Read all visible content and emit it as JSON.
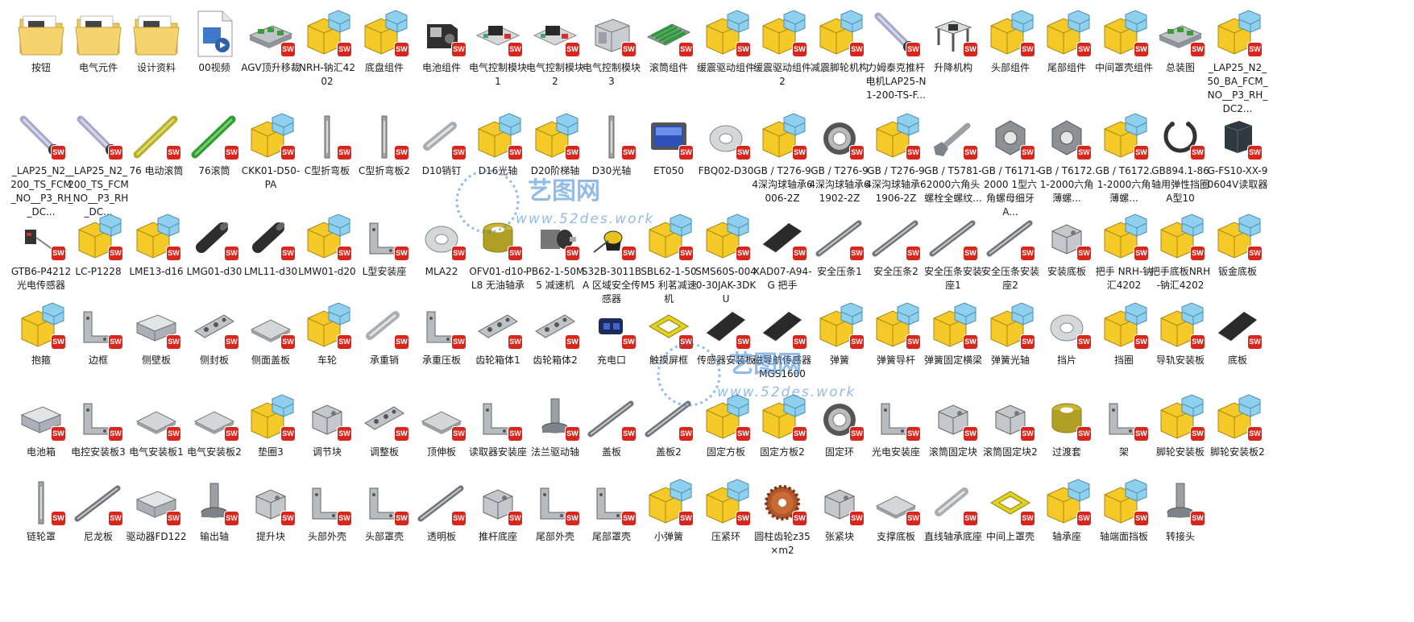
{
  "colors": {
    "sw_badge": "#d8261c",
    "cube_yellow": "#f4c928",
    "cube_blue": "#8fd0ee",
    "folder": "#f0c95a",
    "watermark": "#3a86d4"
  },
  "watermark": {
    "cn": "艺图网",
    "url": "www.52des.work"
  },
  "items": [
    {
      "label": "按钮",
      "icon": "folder-icon"
    },
    {
      "label": "电气元件",
      "icon": "folder-icon"
    },
    {
      "label": "设计资料",
      "icon": "folder-icon"
    },
    {
      "label": "00视频",
      "icon": "video-file-icon"
    },
    {
      "label": "AGV顶升移裁",
      "icon": "assembly-board-icon"
    },
    {
      "label": "NRH-钠汇4202",
      "icon": "assembly-cube-icon"
    },
    {
      "label": "底盘组件",
      "icon": "assembly-cube-icon"
    },
    {
      "label": "电池组件",
      "icon": "battery-part-icon"
    },
    {
      "label": "电气控制模块1",
      "icon": "circuit-board-icon"
    },
    {
      "label": "电气控制模块2",
      "icon": "circuit-board-icon"
    },
    {
      "label": "电气控制模块3",
      "icon": "metal-box-icon"
    },
    {
      "label": "滚筒组件",
      "icon": "roller-assembly-icon"
    },
    {
      "label": "缓震驱动组件",
      "icon": "assembly-cube-icon"
    },
    {
      "label": "缓震驱动组件2",
      "icon": "assembly-cube-icon"
    },
    {
      "label": "减震脚轮机构",
      "icon": "assembly-cube-icon"
    },
    {
      "label": "力姆泰克推杆电机LAP25-N1-200-TS-F...",
      "icon": "actuator-icon"
    },
    {
      "label": "升降机构",
      "icon": "lift-frame-icon"
    },
    {
      "label": "头部组件",
      "icon": "assembly-cube-icon"
    },
    {
      "label": "尾部组件",
      "icon": "assembly-cube-icon"
    },
    {
      "label": "中间罩壳组件",
      "icon": "assembly-cube-icon"
    },
    {
      "label": "总装图",
      "icon": "assembly-board-icon"
    },
    {
      "label": "_LAP25_N2_50_BA_FCM_NO__P3_RH_DC2...",
      "icon": "assembly-cube-icon"
    },
    {
      "label": "_LAP25_N2_200_TS_FCM_NO__P3_RH_DC...",
      "icon": "actuator-icon"
    },
    {
      "label": "_LAP25_N2_200_TS_FCM_NO__P3_RH_DC...",
      "icon": "actuator-icon"
    },
    {
      "label": "76 电动滚筒",
      "icon": "yellow-roller-icon"
    },
    {
      "label": "76滚筒",
      "icon": "green-roller-icon"
    },
    {
      "label": "CKK01-D50-PA",
      "icon": "assembly-cube-icon"
    },
    {
      "label": "C型折弯板",
      "icon": "thin-bar-icon"
    },
    {
      "label": "C型折弯板2",
      "icon": "thin-bar-icon"
    },
    {
      "label": "D10销钉",
      "icon": "pin-icon"
    },
    {
      "label": "D16光轴",
      "icon": "assembly-cube-icon"
    },
    {
      "label": "D20阶梯轴",
      "icon": "assembly-cube-icon"
    },
    {
      "label": "D30光轴",
      "icon": "thin-bar-icon"
    },
    {
      "label": "ET050",
      "icon": "screen-icon"
    },
    {
      "label": "FBQ02-D30",
      "icon": "ring-icon"
    },
    {
      "label": "GB / T276-94深沟球轴承6006-2Z",
      "icon": "assembly-cube-icon"
    },
    {
      "label": "GB / T276-94深沟球轴承61902-2Z",
      "icon": "bearing-icon"
    },
    {
      "label": "GB / T276-94深沟球轴承61906-2Z",
      "icon": "assembly-cube-icon"
    },
    {
      "label": "GB / T5781-2000六角头螺栓全螺纹...",
      "icon": "bolt-icon"
    },
    {
      "label": "GB / T6171-2000 1型六角螺母细牙A...",
      "icon": "nut-icon"
    },
    {
      "label": "GB / T6172.1-2000六角薄螺...",
      "icon": "nut-icon"
    },
    {
      "label": "GB / T6172.1-2000六角薄螺...",
      "icon": "assembly-cube-icon"
    },
    {
      "label": "GB894.1-86轴用弹性挡圈A型10",
      "icon": "circlip-icon"
    },
    {
      "label": "G-FS10-XX-90604V读取器",
      "icon": "reader-icon"
    },
    {
      "label": "GTB6-P4212 光电传感器",
      "icon": "sensor-icon"
    },
    {
      "label": "LC-P1228",
      "icon": "assembly-cube-icon"
    },
    {
      "label": "LME13-d16",
      "icon": "assembly-cube-icon"
    },
    {
      "label": "LMG01-d30",
      "icon": "cylinder-dark-icon"
    },
    {
      "label": "LML11-d30",
      "icon": "cylinder-dark-icon"
    },
    {
      "label": "LMW01-d20",
      "icon": "assembly-cube-icon"
    },
    {
      "label": "L型安装座",
      "icon": "bracket-icon"
    },
    {
      "label": "MLA22",
      "icon": "ring-icon"
    },
    {
      "label": "OFV01-d10-L8 无油轴承",
      "icon": "bushing-icon"
    },
    {
      "label": "PB62-1-50M5 减速机",
      "icon": "gearbox-icon"
    },
    {
      "label": "S32B-3011BA 区域安全传感器",
      "icon": "scanner-icon"
    },
    {
      "label": "SBL62-1-50M5 利茗减速机",
      "icon": "assembly-cube-icon"
    },
    {
      "label": "SMS60S-0040-30JAK-3DKU",
      "icon": "assembly-cube-icon"
    },
    {
      "label": "XAD07-A94-G 把手",
      "icon": "dark-plate-icon"
    },
    {
      "label": "安全压条1",
      "icon": "strip-icon"
    },
    {
      "label": "安全压条2",
      "icon": "strip-icon"
    },
    {
      "label": "安全压条安装座1",
      "icon": "strip-icon"
    },
    {
      "label": "安全压条安装座2",
      "icon": "strip-icon"
    },
    {
      "label": "安装底板",
      "icon": "block-icon"
    },
    {
      "label": "把手 NRH-钠汇4202",
      "icon": "assembly-cube-icon"
    },
    {
      "label": "把手底板NRH-钠汇4202",
      "icon": "assembly-cube-icon"
    },
    {
      "label": "钣金底板",
      "icon": "assembly-cube-icon"
    },
    {
      "label": "抱箍",
      "icon": "assembly-cube-icon"
    },
    {
      "label": "边框",
      "icon": "bracket-icon"
    },
    {
      "label": "侧壁板",
      "icon": "box-part-icon"
    },
    {
      "label": "侧封板",
      "icon": "plate-holes-icon"
    },
    {
      "label": "侧面盖板",
      "icon": "flat-plate-icon"
    },
    {
      "label": "车轮",
      "icon": "assembly-cube-icon"
    },
    {
      "label": "承重销",
      "icon": "pin-icon"
    },
    {
      "label": "承重压板",
      "icon": "bracket-icon"
    },
    {
      "label": "齿轮箱体1",
      "icon": "plate-holes-icon"
    },
    {
      "label": "齿轮箱体2",
      "icon": "plate-holes-icon"
    },
    {
      "label": "充电口",
      "icon": "charger-icon"
    },
    {
      "label": "触摸屏框",
      "icon": "frame-icon"
    },
    {
      "label": "传感器安装板",
      "icon": "dark-plate-icon"
    },
    {
      "label": "磁导航传感器MGS1600",
      "icon": "dark-plate-icon"
    },
    {
      "label": "弹簧",
      "icon": "assembly-cube-icon"
    },
    {
      "label": "弹簧导杆",
      "icon": "assembly-cube-icon"
    },
    {
      "label": "弹簧固定横梁",
      "icon": "assembly-cube-icon"
    },
    {
      "label": "弹簧光轴",
      "icon": "assembly-cube-icon"
    },
    {
      "label": "挡片",
      "icon": "ring-icon"
    },
    {
      "label": "挡圈",
      "icon": "assembly-cube-icon"
    },
    {
      "label": "导轨安装板",
      "icon": "assembly-cube-icon"
    },
    {
      "label": "底板",
      "icon": "dark-plate-icon"
    },
    {
      "label": "电池箱",
      "icon": "box-part-icon"
    },
    {
      "label": "电控安装板3",
      "icon": "bracket-icon"
    },
    {
      "label": "电气安装板1",
      "icon": "flat-plate-icon"
    },
    {
      "label": "电气安装板2",
      "icon": "flat-plate-icon"
    },
    {
      "label": "垫圈3",
      "icon": "assembly-cube-icon"
    },
    {
      "label": "调节块",
      "icon": "block-icon"
    },
    {
      "label": "调整板",
      "icon": "plate-holes-icon"
    },
    {
      "label": "顶伸板",
      "icon": "flat-plate-icon"
    },
    {
      "label": "读取器安装座",
      "icon": "bracket-icon"
    },
    {
      "label": "法兰驱动轴",
      "icon": "shaft-icon"
    },
    {
      "label": "盖板",
      "icon": "strip-icon"
    },
    {
      "label": "盖板2",
      "icon": "strip-icon"
    },
    {
      "label": "固定方板",
      "icon": "assembly-cube-icon"
    },
    {
      "label": "固定方板2",
      "icon": "assembly-cube-icon"
    },
    {
      "label": "固定环",
      "icon": "bearing-icon"
    },
    {
      "label": "光电安装座",
      "icon": "bracket-icon"
    },
    {
      "label": "滚筒固定块",
      "icon": "block-icon"
    },
    {
      "label": "滚筒固定块2",
      "icon": "block-icon"
    },
    {
      "label": "过渡套",
      "icon": "bushing-icon"
    },
    {
      "label": "架",
      "icon": "bracket-icon"
    },
    {
      "label": "脚轮安装板",
      "icon": "assembly-cube-icon"
    },
    {
      "label": "脚轮安装板2",
      "icon": "assembly-cube-icon"
    },
    {
      "label": "链轮罩",
      "icon": "thin-bar-icon"
    },
    {
      "label": "尼龙板",
      "icon": "strip-icon"
    },
    {
      "label": "驱动器FD122",
      "icon": "box-part-icon"
    },
    {
      "label": "输出轴",
      "icon": "shaft-icon"
    },
    {
      "label": "提升块",
      "icon": "block-icon"
    },
    {
      "label": "头部外壳",
      "icon": "bracket-icon"
    },
    {
      "label": "头部罩壳",
      "icon": "bracket-icon"
    },
    {
      "label": "透明板",
      "icon": "strip-icon"
    },
    {
      "label": "推杆底座",
      "icon": "block-icon"
    },
    {
      "label": "尾部外壳",
      "icon": "bracket-icon"
    },
    {
      "label": "尾部罩壳",
      "icon": "bracket-icon"
    },
    {
      "label": "小弹簧",
      "icon": "assembly-cube-icon"
    },
    {
      "label": "压紧环",
      "icon": "assembly-cube-icon"
    },
    {
      "label": "圆柱齿轮z35×m2",
      "icon": "gear-icon"
    },
    {
      "label": "张紧块",
      "icon": "block-icon"
    },
    {
      "label": "支撑底板",
      "icon": "flat-plate-icon"
    },
    {
      "label": "直线轴承底座",
      "icon": "pin-icon"
    },
    {
      "label": "中间上罩壳",
      "icon": "frame-icon"
    },
    {
      "label": "轴承座",
      "icon": "assembly-cube-icon"
    },
    {
      "label": "轴端面挡板",
      "icon": "assembly-cube-icon"
    },
    {
      "label": "转接头",
      "icon": "shaft-icon"
    }
  ]
}
